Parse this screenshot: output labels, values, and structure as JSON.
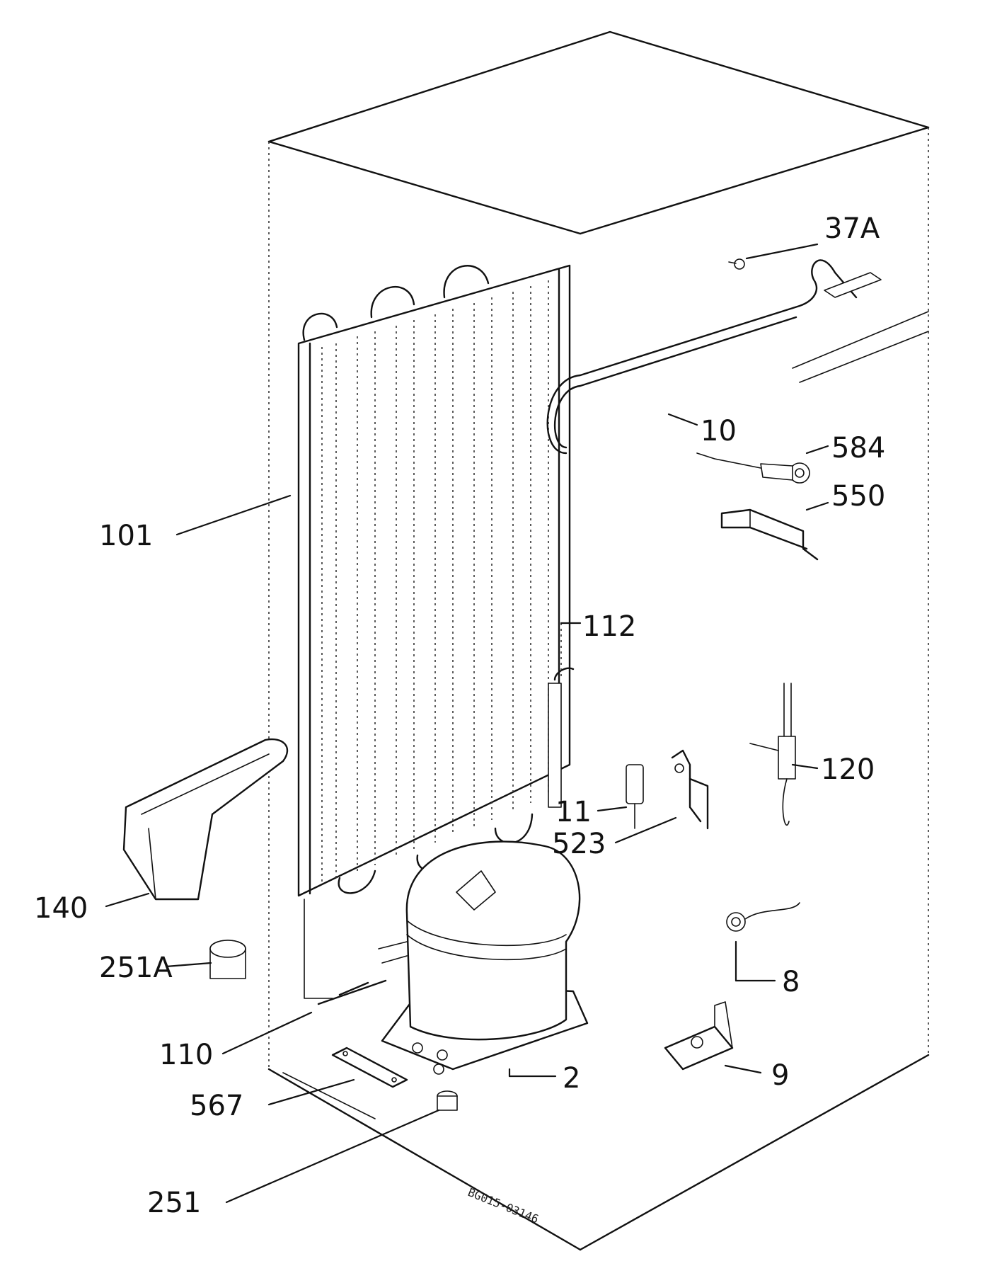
{
  "diagram": {
    "callouts": [
      {
        "id": "37A",
        "label": "37A"
      },
      {
        "id": "10",
        "label": "10"
      },
      {
        "id": "584",
        "label": "584"
      },
      {
        "id": "550",
        "label": "550"
      },
      {
        "id": "101",
        "label": "101"
      },
      {
        "id": "112",
        "label": "112"
      },
      {
        "id": "120",
        "label": "120"
      },
      {
        "id": "11",
        "label": "11"
      },
      {
        "id": "523",
        "label": "523"
      },
      {
        "id": "140",
        "label": "140"
      },
      {
        "id": "251A",
        "label": "251A"
      },
      {
        "id": "8",
        "label": "8"
      },
      {
        "id": "110",
        "label": "110"
      },
      {
        "id": "2",
        "label": "2"
      },
      {
        "id": "9",
        "label": "9"
      },
      {
        "id": "567",
        "label": "567"
      },
      {
        "id": "251",
        "label": "251"
      }
    ],
    "drawing_code": "BG015-03146"
  }
}
